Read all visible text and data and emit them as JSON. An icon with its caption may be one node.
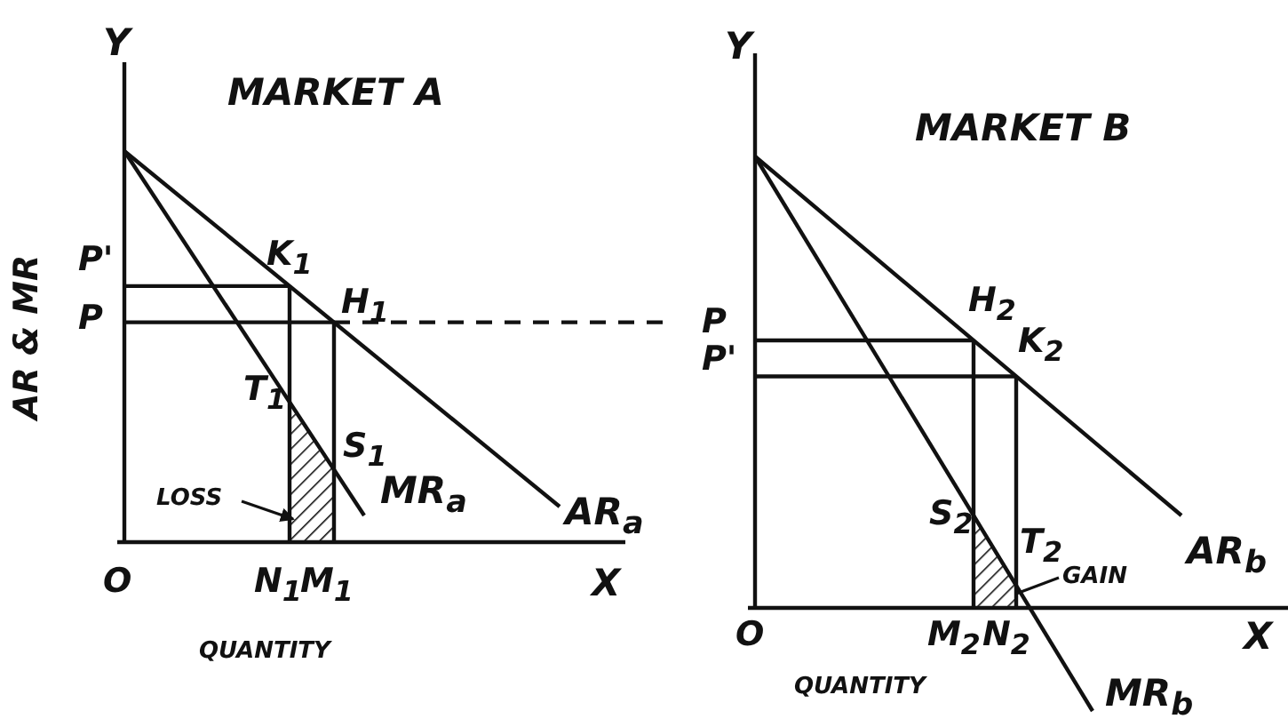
{
  "diagram": {
    "nodes": [
      {
        "text": [
          "LOSS"
        ]
      },
      {
        "text": [],
        "shape": "box"
      },
      {
        "text": [
          "GAIN"
        ]
      },
      {
        "text": [],
        "shape": "box"
      }
    ],
    "edges": [
      {
        "from": 0,
        "to": 1,
        "arrow": "to"
      },
      {
        "from": 2,
        "to": 3,
        "arrow": "none"
      }
    ],
    "labels": [
      "Y",
      "MARKET A",
      "AR & MR",
      "P'",
      "P",
      "K$_{1}$",
      "H$_{1}$",
      "T$_{1}$",
      "S$_{1}$",
      "MR$_{a}$",
      "AR$_{a}$",
      "O",
      "N$_{1}$",
      "M$_{1}$",
      "X",
      "QUANTITY",
      "Y",
      "MARKET B",
      "P",
      "P'",
      "H$_{2}$",
      "K$_{2}$",
      "S$_{2}$",
      "T$_{2}$",
      "AR$_{b}$",
      "O",
      "M$_{2}$",
      "N$_{2}$",
      "X",
      "QUANTITY",
      "MR$_{b}$"
    ]
  }
}
